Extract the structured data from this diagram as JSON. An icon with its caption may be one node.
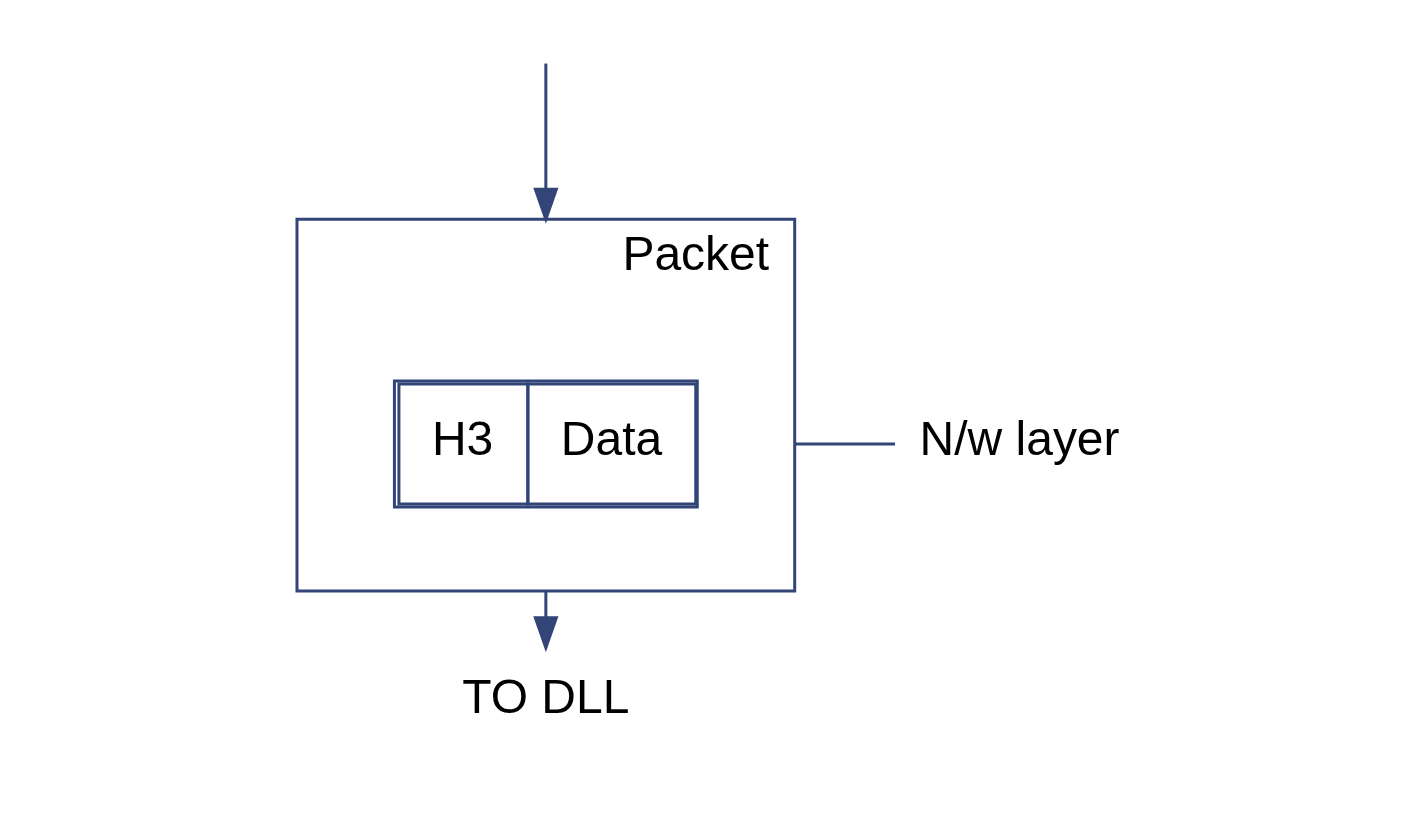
{
  "diagram": {
    "nodes": [
      {
        "text": [
          "Packet"
        ]
      },
      {
        "text": [
          "H3",
          "Data"
        ],
        "in": 0
      },
      {
        "text": [
          "N/w layer"
        ]
      },
      {
        "text": [
          "TO DLL"
        ]
      }
    ],
    "edges": [
      {
        "from": null,
        "to": 0,
        "arrow": "to"
      },
      {
        "from": 0,
        "to": 3,
        "arrow": "to"
      },
      {
        "from": 2,
        "to": 0,
        "arrow": "none"
      }
    ]
  }
}
